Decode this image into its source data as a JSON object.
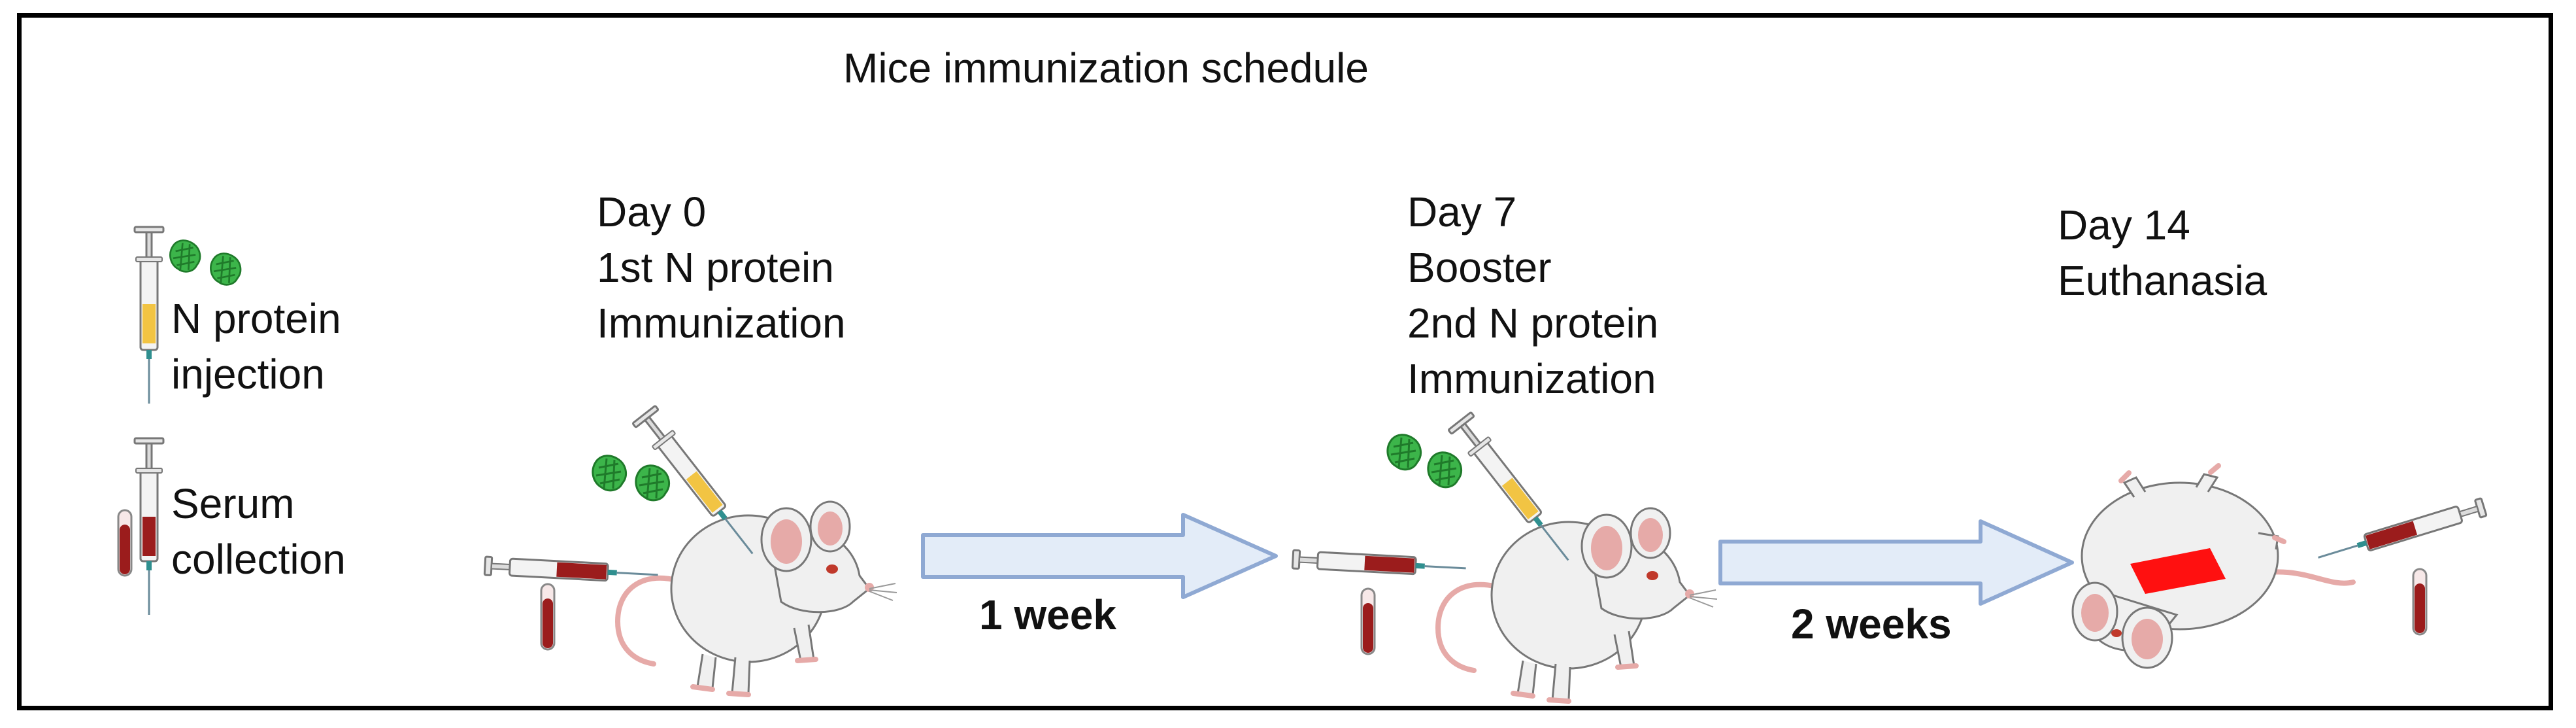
{
  "title": "Mice immunization schedule",
  "legend": {
    "injection": [
      "N protein",
      "injection"
    ],
    "collection": [
      "Serum",
      "collection"
    ]
  },
  "stages": [
    {
      "lines": [
        "Day 0",
        "1st N protein",
        "Immunization"
      ]
    },
    {
      "lines": [
        "Day 7",
        "Booster",
        "2nd N protein",
        "Immunization"
      ]
    },
    {
      "lines": [
        "Day 14",
        "Euthanasia"
      ]
    }
  ],
  "intervals": [
    "1 week",
    "2 weeks"
  ],
  "colors": {
    "border": "#000000",
    "arrow_fill": "#e3ecf8",
    "arrow_stroke": "#8fa9d3",
    "protein": "#3cb54a",
    "syringe_fluid": "#f2c443",
    "blood": "#9b1c1c",
    "mouse_body": "#f0f0f0",
    "mouse_pink": "#e6aaa8",
    "marker": "#ff1010"
  }
}
